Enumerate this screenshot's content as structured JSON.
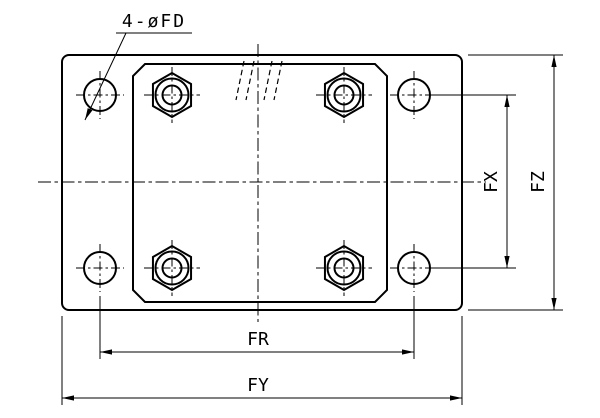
{
  "colors": {
    "line": "#000000",
    "background": "#ffffff"
  },
  "drawing": {
    "callout": "4-øFD",
    "dims": {
      "fx": "FX",
      "fz": "FZ",
      "fr": "FR",
      "fy": "FY"
    }
  }
}
